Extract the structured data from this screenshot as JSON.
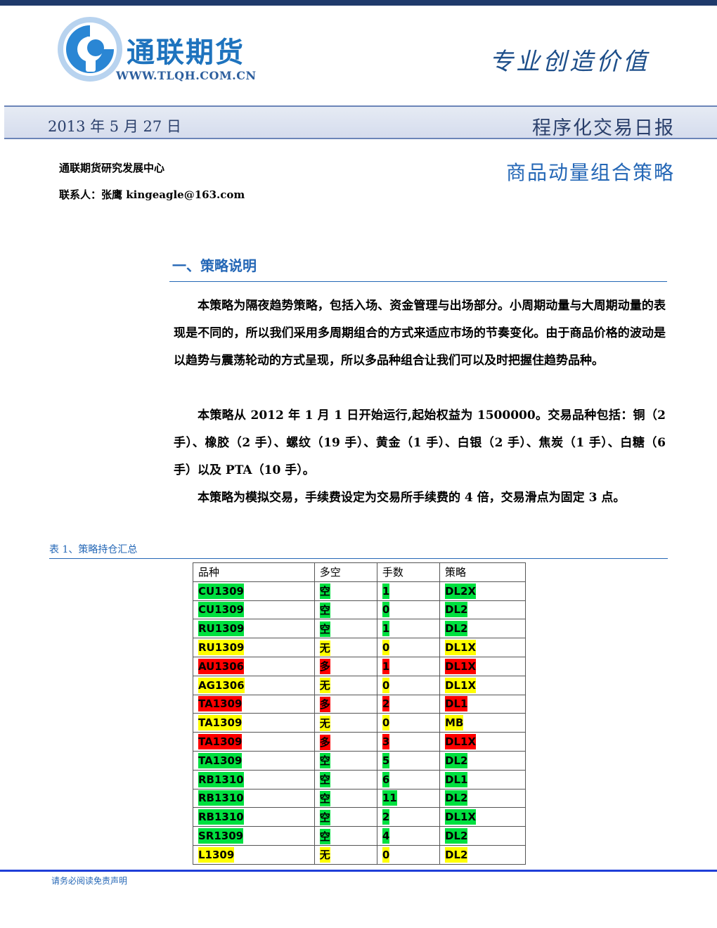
{
  "header": {
    "logo_name": "通联期货",
    "logo_url": "WWW.TLQH.COM.CN",
    "slogan": "专业创造价值",
    "date": "2013 年 5 月 27 日",
    "report_type": "程序化交易日报"
  },
  "author": {
    "dept": "通联期货研究发展中心",
    "contact": "联系人：张鹰 kingeagle@163.com"
  },
  "strategy_name": "商品动量组合策略",
  "section": {
    "heading": "一、策略说明",
    "paragraphs": [
      "本策略为隔夜趋势策略，包括入场、资金管理与出场部分。小周期动量与大周期动量的表现是不同的，所以我们采用多周期组合的方式来适应市场的节奏变化。由于商品价格的波动是以趋势与震荡轮动的方式呈现，所以多品种组合让我们可以及时把握住趋势品种。",
      "本策略从 2012 年 1 月 1 日开始运行,起始权益为 1500000。交易品种包括：铜（2 手）、橡胶（2 手）、螺纹（19 手）、黄金（1 手）、白银（2 手）、焦炭（1 手）、白糖（6 手）以及 PTA（10 手）。",
      "本策略为模拟交易，手续费设定为交易所手续费的 4 倍，交易滑点为固定 3 点。"
    ]
  },
  "table": {
    "caption": "表 1、策略持仓汇总",
    "headers": [
      "品种",
      "多空",
      "手数",
      "策略"
    ],
    "status_colors": {
      "green": "#00e040",
      "yellow": "#ffff00",
      "red": "#ff0000"
    },
    "rows": [
      {
        "cells": [
          "CU1309",
          "空",
          "1",
          "DL2X"
        ],
        "status": "green"
      },
      {
        "cells": [
          "CU1309",
          "空",
          "0",
          "DL2"
        ],
        "status": "green"
      },
      {
        "cells": [
          "RU1309",
          "空",
          "1",
          "DL2"
        ],
        "status": "green"
      },
      {
        "cells": [
          "RU1309",
          "无",
          "0",
          "DL1X"
        ],
        "status": "yellow"
      },
      {
        "cells": [
          "AU1306",
          "多",
          "1",
          "DL1X"
        ],
        "status": "red"
      },
      {
        "cells": [
          "AG1306",
          "无",
          "0",
          "DL1X"
        ],
        "status": "yellow"
      },
      {
        "cells": [
          "TA1309",
          "多",
          "2",
          "DL1"
        ],
        "status": "red"
      },
      {
        "cells": [
          "TA1309",
          "无",
          "0",
          "MB"
        ],
        "status": "yellow"
      },
      {
        "cells": [
          "TA1309",
          "多",
          "3",
          "DL1X"
        ],
        "status": "red"
      },
      {
        "cells": [
          "TA1309",
          "空",
          "5",
          "DL2"
        ],
        "status": "green"
      },
      {
        "cells": [
          "RB1310",
          "空",
          "6",
          "DL1"
        ],
        "status": "green"
      },
      {
        "cells": [
          "RB1310",
          "空",
          "11",
          "DL2"
        ],
        "status": "green"
      },
      {
        "cells": [
          "RB1310",
          "空",
          "2",
          "DL1X"
        ],
        "status": "green"
      },
      {
        "cells": [
          "SR1309",
          "空",
          "4",
          "DL2"
        ],
        "status": "green"
      },
      {
        "cells": [
          "L1309",
          "无",
          "0",
          "DL2"
        ],
        "status": "yellow"
      }
    ]
  },
  "footer": {
    "text": "请务必阅读免责声明"
  }
}
